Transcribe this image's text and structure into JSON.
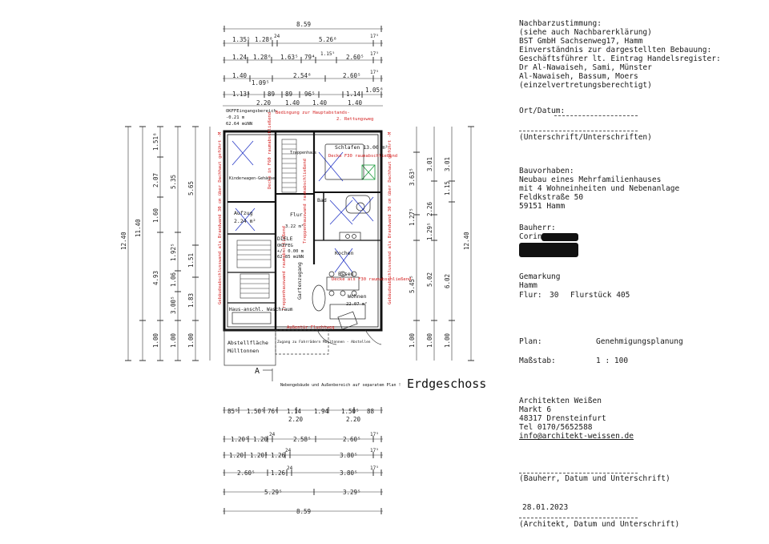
{
  "plan": {
    "floor_title": "Erdgeschoss",
    "dims_top": {
      "total": "8.59",
      "row1": [
        "1.35⁵",
        "1.28⁸",
        "24",
        "5.26⁸",
        "17⁵"
      ],
      "row2": [
        "1.24",
        "1.28⁸",
        "1.63⁵",
        "79⁴",
        "1.15⁵",
        "2.60⁵",
        "17⁵"
      ],
      "row3": [
        "1.40",
        "1.09⁵",
        "2.54⁸",
        "2.60⁵",
        "17⁵"
      ],
      "row4": [
        "1.13⁵",
        "89",
        "89",
        "96⁵",
        "1.14",
        "1.05⁸"
      ],
      "row5": [
        "2.20",
        "1.40",
        "1.40",
        "1.40"
      ]
    },
    "dims_bottom": {
      "row1": [
        "85⁵",
        "1.50⁵",
        "76⁸",
        "1.14",
        "1.94",
        "1.50⁵",
        "88"
      ],
      "row1b": [
        "2.20",
        "2.20"
      ],
      "row2": [
        "1.20⁵",
        "1.20",
        "24",
        "2.58⁵",
        "2.60⁵",
        "17⁵"
      ],
      "row3": [
        "1.20",
        "1.20⁵",
        "1.26",
        "24",
        "3.80⁵",
        "17⁵"
      ],
      "row4": [
        "2.60⁵",
        "1.26",
        "24",
        "3.80⁵",
        "17⁵"
      ],
      "row5": [
        "5.29⁵",
        "3.29⁵"
      ],
      "total": "8.59"
    },
    "dims_left": {
      "total": "12.40",
      "sub1": "11.40",
      "a": [
        "1.51⁸",
        "2.07",
        "1.60",
        "4.93",
        "1.00"
      ],
      "b": [
        "5.35",
        "1.92⁵",
        "1.06",
        "3.00⁵",
        "1.00"
      ],
      "c": [
        "5.65",
        "1.51",
        "1.83",
        "1.00"
      ]
    },
    "dims_right": {
      "total": "12.40",
      "a": [
        "3.63⁵",
        "1.27⁵",
        "5.45⁵",
        "1.00"
      ],
      "b": [
        "3.01",
        "2.26",
        "1.29⁵",
        "5.02",
        "1.00"
      ],
      "c": [
        "3.01",
        "1.15",
        "6.02",
        "1.00"
      ]
    },
    "rooms": {
      "schlafen": "Schlafen 13.00 m²",
      "aufzug": "Aufzug",
      "aufzug_area": "2.24 m²",
      "kinderwagen": "Kinderwagen-Gehäuse",
      "flur": "Flur",
      "diele": "DIELE",
      "diele_area": "3.22 m²",
      "treppenhaus": "Treppenhaus",
      "bad": "Bad",
      "kochen": "Kochen",
      "essen": "Essen",
      "wohnen": "Wohnen",
      "wohnen_area": "22.07 m²",
      "gartenzugang": "Gartenzugang",
      "haus_waschraum": "Haus-anschl. Waschraum",
      "abstellflaeche": "Abstellfläche",
      "muelltonnen": "Mülltonnen",
      "zugang": "Zugang zu Fahrrädern Mülltonnen - Abstellen",
      "nebengebaeude": "Nebengebäude und Außenbereich auf separatem Plan !",
      "okff_top": "OKFFEingangsbereich",
      "okff_top_level": "-0.21 m",
      "okff_top_nn": "62.64 müNN",
      "okff_mid": "OKFFEG",
      "okff_mid_level": "+/- 0.00 m",
      "okff_mid_nn": "62.85 müNN",
      "rettungsweg": "2. Rettungsweg",
      "fenster_label": "Bedingung zur Hauptabstands-",
      "section_a": "A"
    },
    "red_notes": [
      "Gebäudeabschlusswand als Brandwand 30 cm über Dachhaut geführt -M",
      "Gebäudeabschlusswand als Brandwand 30 cm über Dachhaut geführt -M",
      "Decke F30 raumabschließend",
      "Decke in F60 raumabschließend",
      "Treppenhauswand raumabschließend",
      "Decke als F30 raumabschließend",
      "Treppenhauswand raumabschließend",
      "Außentür Fluchtweg"
    ]
  },
  "titleblock": {
    "nachbar": [
      "Nachbarzustimmung:",
      "(siehe auch Nachbarerklärung)",
      "BST GmbH Sachsenweg17, Hamm",
      "Einverständnis zur dargestellten Bebauung:",
      "Geschäftsführer lt. Eintrag Handelsregister:",
      "Dr Al-Nawaiseh, Sami, Münster",
      "Al-Nawaiseh, Bassum, Moers",
      "(einzelvertretungsberechtigt)"
    ],
    "ort_datum": "Ort/Datum:",
    "unterschrift": "(Unterschrift/Unterschriften)",
    "bauvorhaben": [
      "Bauvorhaben:",
      "Neubau eines Mehrfamilienhauses",
      "mit 4 Wohneinheiten und Nebenanlage",
      "Feldkstraße 50",
      "59151 Hamm"
    ],
    "bauherr_label": "Bauherr:",
    "bauherr_name": "Corinna",
    "gemarkung": [
      "Gemarkung",
      "Hamm"
    ],
    "flur_label": "Flur:",
    "flur_value": "30",
    "flurstueck": "Flurstück 405",
    "plan_label": "Plan:",
    "plan_value": "Genehmigungsplanung",
    "massstab_label": "Maßstab:",
    "massstab_value": "1 : 100",
    "architekt": [
      "Architekten Weißen",
      "Markt 6",
      "48317 Drensteinfurt",
      "Tel 0170/5652588",
      "info@architekt-weissen.de"
    ],
    "bauherr_sign": "(Bauherr, Datum und Unterschrift)",
    "date": "28.01.2023",
    "architekt_sign": "(Architekt, Datum und Unterschrift)"
  }
}
